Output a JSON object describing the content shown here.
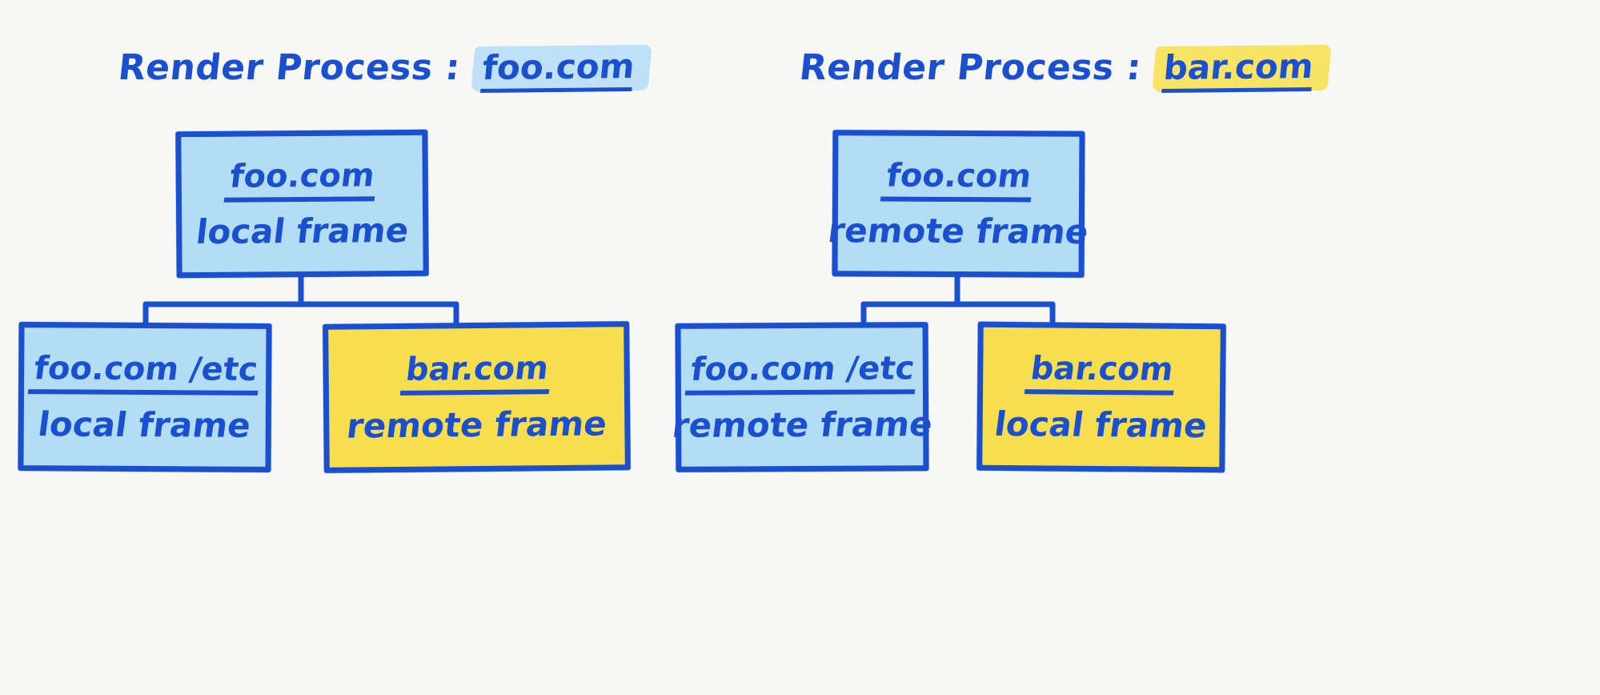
{
  "page": {
    "background_color": "#F7F7F5",
    "ink_color": "#1A4FD0",
    "blue_fill": "#B3DCF5",
    "yellow_fill": "#F7DE4E",
    "blue_highlight": "#B9DEF7",
    "yellow_highlight": "#F6E157"
  },
  "diagrams": [
    {
      "id": "left",
      "heading": {
        "label": "Render Process :",
        "origin": "foo.com",
        "highlight": "blue"
      },
      "parent": {
        "origin": "foo.com",
        "kind": "local frame",
        "fill": "blue"
      },
      "children": [
        {
          "origin": "foo.com /etc",
          "kind": "local frame",
          "fill": "blue"
        },
        {
          "origin": "bar.com",
          "kind": "remote frame",
          "fill": "yellow"
        }
      ]
    },
    {
      "id": "right",
      "heading": {
        "label": "Render Process :",
        "origin": "bar.com",
        "highlight": "yellow"
      },
      "parent": {
        "origin": "foo.com",
        "kind": "remote frame",
        "fill": "blue"
      },
      "children": [
        {
          "origin": "foo.com /etc",
          "kind": "remote frame",
          "fill": "blue"
        },
        {
          "origin": "bar.com",
          "kind": "local frame",
          "fill": "yellow"
        }
      ]
    }
  ]
}
